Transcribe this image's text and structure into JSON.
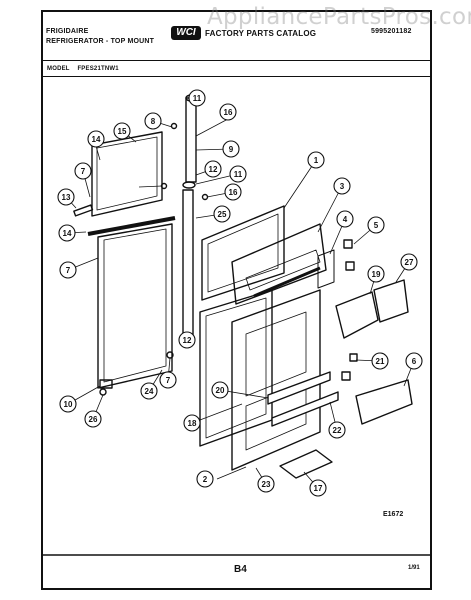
{
  "header": {
    "brand": "FRIGIDAIRE",
    "product": "REFRIGERATOR - TOP MOUNT",
    "logo_text": "WCI",
    "catalog": "FACTORY PARTS CATALOG",
    "catalog_number": "5995201182",
    "model_label": "MODEL",
    "model": "FPES21TNW1",
    "watermark": "AppliancePartsPros.com"
  },
  "callouts": [
    "1",
    "2",
    "3",
    "4",
    "5",
    "6",
    "7",
    "7",
    "7",
    "8",
    "9",
    "10",
    "11",
    "11",
    "12",
    "12",
    "13",
    "14",
    "14",
    "15",
    "16",
    "16",
    "17",
    "18",
    "19",
    "20",
    "21",
    "22",
    "23",
    "24",
    "25",
    "26",
    "27"
  ],
  "footer": {
    "drawing_code": "E1672",
    "page": "B4",
    "date": "1/91"
  },
  "colors": {
    "ink": "#111111",
    "watermark": "#8a8a8a"
  }
}
